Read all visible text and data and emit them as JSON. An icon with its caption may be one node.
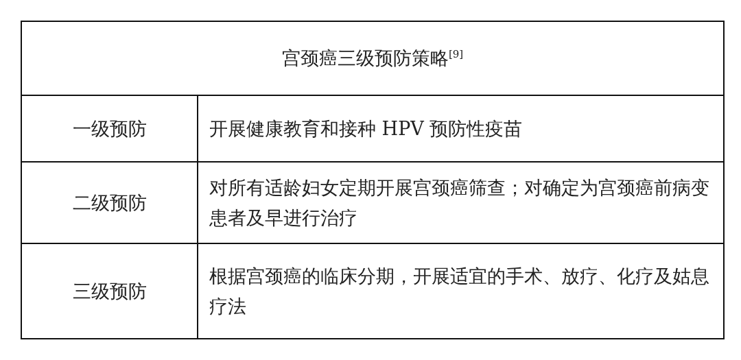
{
  "diagram": {
    "title": "宫颈癌三级预防策略$^{[9]}$",
    "labels": [
      "一级预防",
      "开展健康教育和接种 HPV 预防性疫苗",
      "二级预防",
      "对所有适龄妇女定期开展宫颈癌筛查；对确定为宫颈癌前病变患者及早进行治疗",
      "三级预防",
      "根据宫颈癌的临床分期，开展适宜的手术、放疗、化疗及姑息疗法"
    ]
  }
}
